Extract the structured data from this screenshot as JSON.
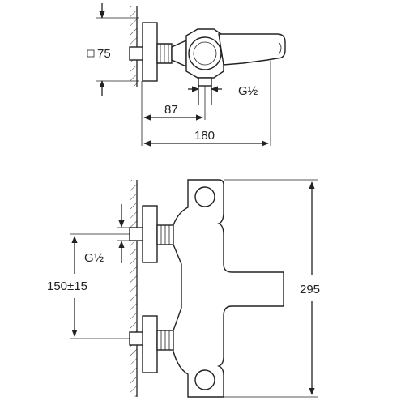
{
  "drawing": {
    "dimensions": {
      "flange_square": "75",
      "thread_top": "G½",
      "outlet_offset": "87",
      "total_length": "180",
      "thread_front": "G½",
      "inlet_spacing": "150±15",
      "total_height": "295"
    }
  }
}
